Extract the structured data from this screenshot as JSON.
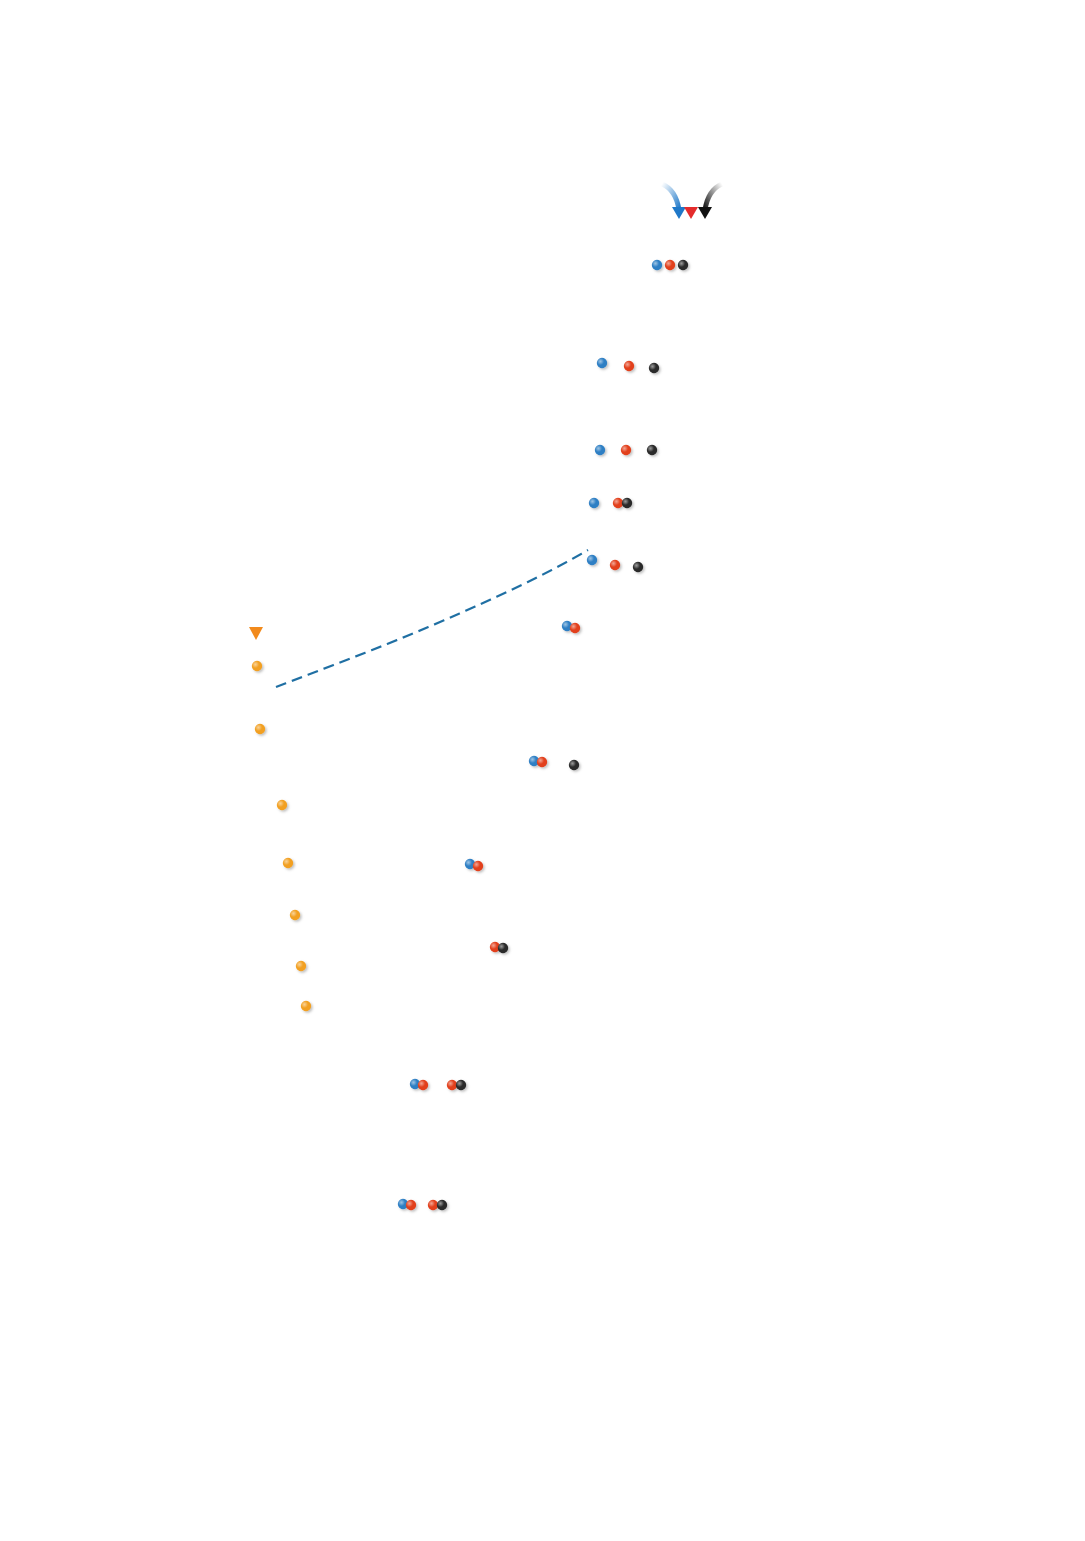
{
  "colors": {
    "blue": "#2e7fc4",
    "red": "#e2401f",
    "black": "#2b2b2b",
    "orange": "#f2a024",
    "connector_line": "#1f6fa3",
    "arrow_blue": "#1f78c8",
    "arrow_red": "#e42c2c",
    "arrow_black": "#111111",
    "arrow_orange": "#f28a1c"
  },
  "particle_groups": [
    {
      "kind": "triple-bonded",
      "atoms": [
        "blue",
        "red",
        "black"
      ]
    },
    {
      "kind": "separated",
      "atoms": [
        "blue",
        "red",
        "black"
      ]
    },
    {
      "kind": "separated",
      "atoms": [
        "blue",
        "red",
        "black"
      ]
    },
    {
      "kind": "pair-plus-single",
      "atoms": [
        "blue",
        "red",
        "black"
      ]
    },
    {
      "kind": "separated",
      "atoms": [
        "blue",
        "red",
        "black"
      ]
    },
    {
      "kind": "pair",
      "atoms": [
        "blue",
        "red"
      ]
    },
    {
      "kind": "pair-plus-single",
      "atoms": [
        "blue",
        "red",
        "black"
      ]
    },
    {
      "kind": "pair",
      "atoms": [
        "blue",
        "red"
      ]
    },
    {
      "kind": "pair",
      "atoms": [
        "red",
        "black"
      ]
    },
    {
      "kind": "two-pairs",
      "atoms": [
        "blue",
        "red",
        "red",
        "black"
      ]
    },
    {
      "kind": "two-pairs",
      "atoms": [
        "blue",
        "red",
        "red",
        "black"
      ]
    }
  ],
  "single_particle_track": {
    "color": "orange",
    "count": 7
  },
  "incoming_arrows": {
    "triple": [
      "blue",
      "red",
      "black"
    ],
    "single": "orange"
  },
  "connector": {
    "style": "dashed"
  }
}
